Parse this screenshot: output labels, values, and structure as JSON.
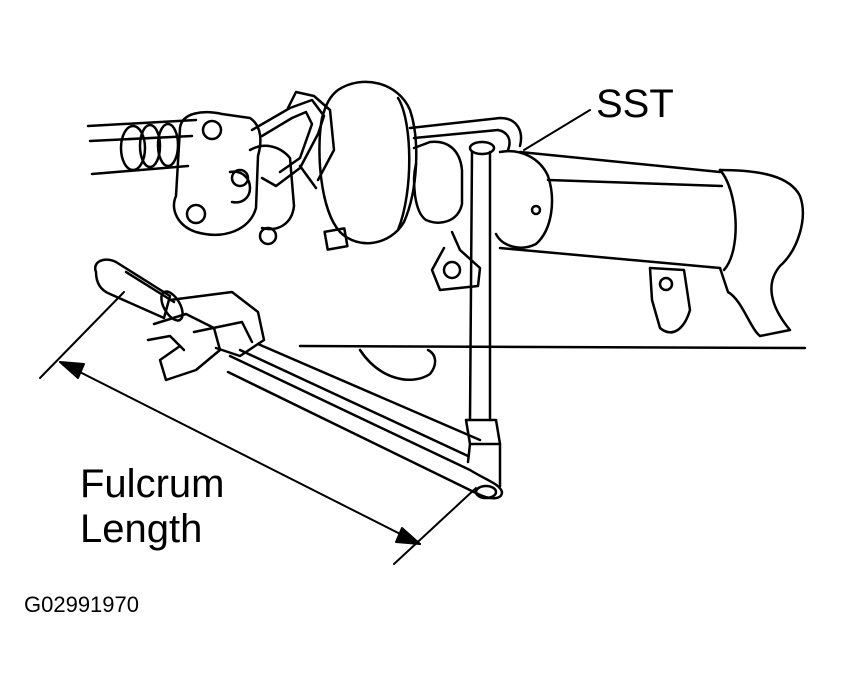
{
  "labels": {
    "sst": "SST",
    "fulcrum_line1": "Fulcrum",
    "fulcrum_line2": "Length",
    "figure_code": "G02991970"
  },
  "colors": {
    "ink": "#000000",
    "background": "#ffffff"
  }
}
